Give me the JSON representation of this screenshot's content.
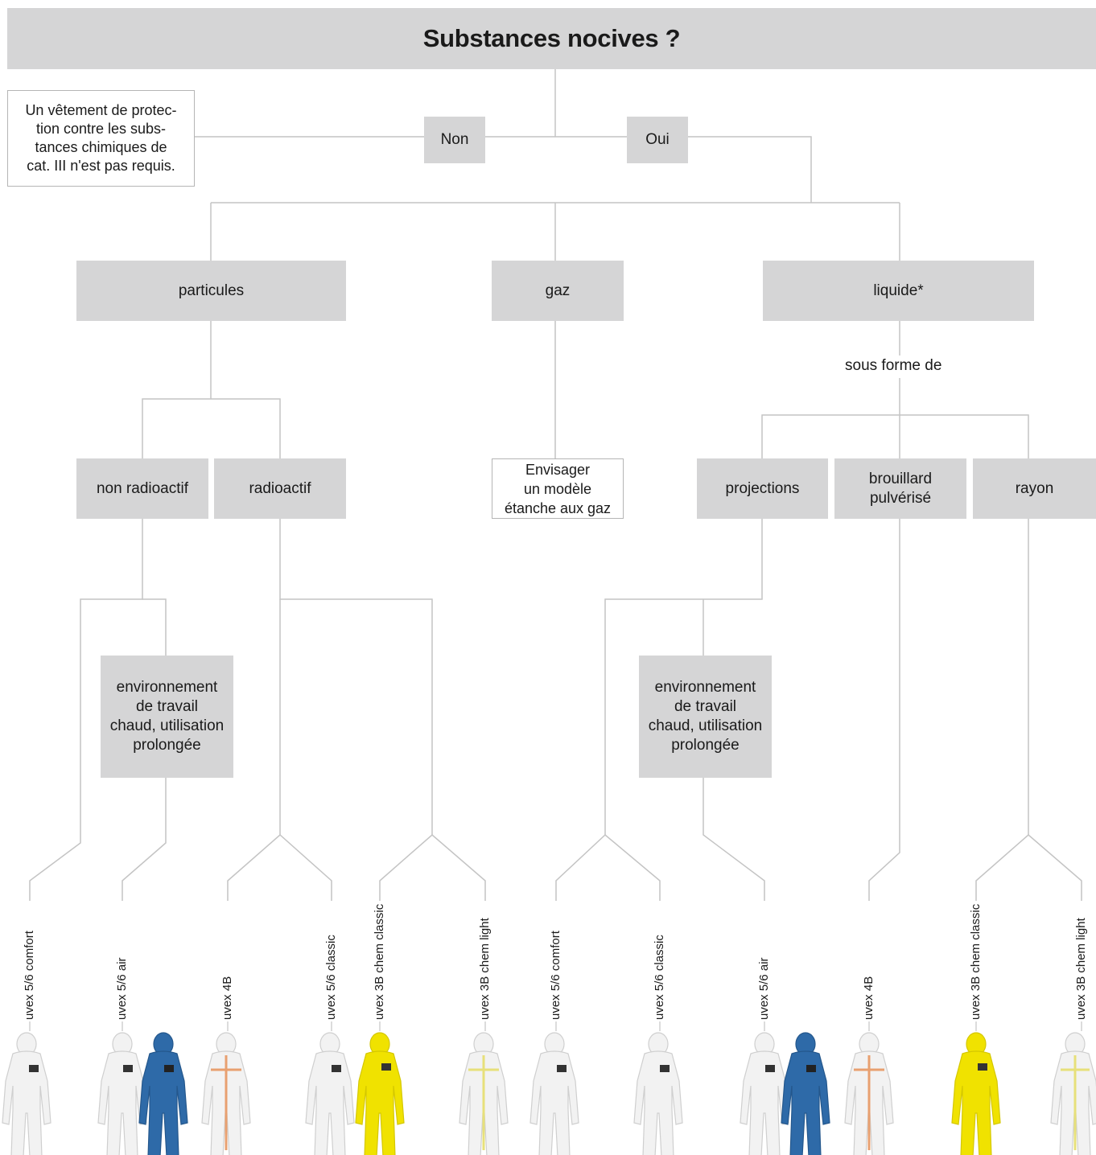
{
  "header": {
    "title": "Substances nocives ?"
  },
  "nodes": {
    "no_protection_note": "Un vêtement de protec-\ntion contre les subs-\ntances chimiques de\ncat. III n'est pas requis.",
    "non": "Non",
    "oui": "Oui",
    "particules": "particules",
    "gaz": "gaz",
    "liquide": "liquide*",
    "sous_forme_de": "sous forme de",
    "non_radioactif": "non radioactif",
    "radioactif": "radioactif",
    "gas_tight_note": "Envisager\nun modèle\nétanche aux gaz",
    "projections": "projections",
    "brouillard": "brouillard\npulvérisé",
    "rayon": "rayon",
    "env_left": "environnement\nde travail\nchaud, utilisation\nprolongée",
    "env_right": "environnement\nde travail\nchaud, utilisation\nprolongée"
  },
  "products": [
    {
      "label": "uvex 5/6 comfort",
      "suits": [
        "white"
      ]
    },
    {
      "label": "uvex 5/6 air",
      "suits": [
        "white",
        "blue"
      ]
    },
    {
      "label": "uvex 4B",
      "suits": [
        "white-orange"
      ]
    },
    {
      "label": "uvex 5/6 classic",
      "suits": [
        "white"
      ]
    },
    {
      "label": "uvex 3B chem classic",
      "suits": [
        "yellow"
      ]
    },
    {
      "label": "uvex 3B chem light",
      "suits": [
        "white-yellow"
      ]
    },
    {
      "label": "uvex 5/6 comfort",
      "suits": [
        "white"
      ]
    },
    {
      "label": "uvex 5/6 classic",
      "suits": [
        "white"
      ]
    },
    {
      "label": "uvex 5/6 air",
      "suits": [
        "white",
        "blue"
      ]
    },
    {
      "label": "uvex 4B",
      "suits": [
        "white-orange"
      ]
    },
    {
      "label": "uvex 3B chem classic",
      "suits": [
        "yellow"
      ]
    },
    {
      "label": "uvex 3B chem light",
      "suits": [
        "white-yellow"
      ]
    }
  ],
  "colors": {
    "box_fill": "#d5d5d6",
    "line": "#c4c4c4",
    "suit_white": "#f2f2f2",
    "suit_blue": "#2e6aa8",
    "suit_yellow": "#f0e200",
    "accent_orange": "#e8a070",
    "accent_yellow": "#e7e07a"
  }
}
